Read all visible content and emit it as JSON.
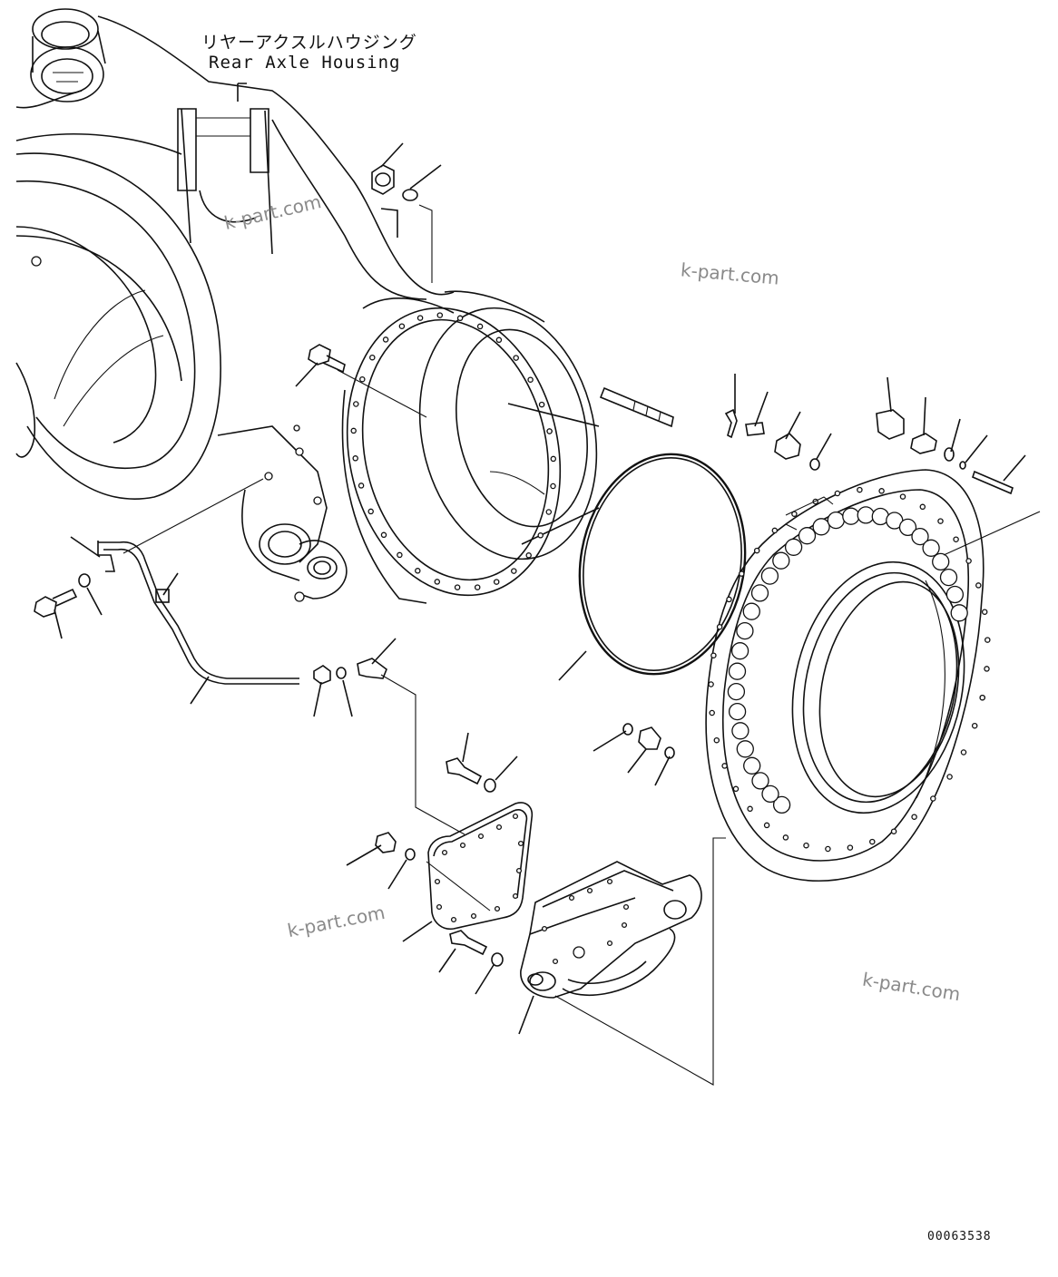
{
  "diagram": {
    "title_jp": "リヤーアクスルハウジング",
    "title_en": "Rear Axle Housing",
    "watermark": "k-part.com",
    "drawing_number": "00063538"
  },
  "palette": {
    "ink": "#111111",
    "paper": "#ffffff",
    "watermark": "#8a8a8a"
  },
  "components": [
    "rear-axle-housing",
    "axle-flange",
    "carrier-ring",
    "o-ring",
    "mount-bracket",
    "cover-plate",
    "lube-pipe",
    "bolt",
    "washer",
    "nut",
    "fitting",
    "stud"
  ]
}
